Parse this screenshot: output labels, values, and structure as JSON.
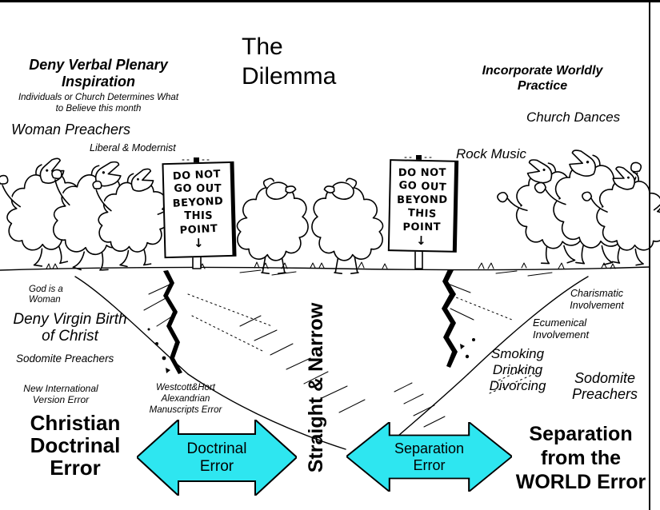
{
  "title": {
    "text": "The\nDilemma"
  },
  "top_left": {
    "heading": "Deny Verbal Plenary\nInspiration",
    "subheading": "Individuals or Church Determines What\nto Believe this month",
    "woman_preachers": "Woman Preachers",
    "liberal_modernist": "Liberal & Modernist"
  },
  "top_right": {
    "heading": "Incorporate Worldly\nPractice",
    "church_dances": "Church Dances",
    "rock_music": "Rock Music"
  },
  "signs": {
    "lines": [
      "DO NOT",
      "GO OUT",
      "BEYOND",
      "THIS",
      "POINT"
    ],
    "arrow": "↓"
  },
  "center": {
    "path_label": "Straight & Narrow"
  },
  "left_cliff": {
    "god_is_a_woman": "God is a\nWoman",
    "deny_virgin_birth": "Deny Virgin Birth\nof Christ",
    "sodomite_preachers": "Sodomite Preachers",
    "niv_error": "New International\nVersion Error",
    "westcott_hort": "Westcott&Hort\nAlexandrian\nManuscripts Error"
  },
  "right_cliff": {
    "charismatic": "Charismatic\nInvolvement",
    "ecumenical": "Ecumenical\nInvolvement",
    "smoking_drinking_divorcing": "Smoking\nDrinking\nDivorcing",
    "sodomite_preachers": "Sodomite\nPreachers"
  },
  "bottom": {
    "left_heading": "Christian\nDoctrinal\nError",
    "left_arrow_label": "Doctrinal\nError",
    "right_arrow_label": "Separation\nError",
    "right_heading": "Separation\nfrom the\nWORLD Error"
  },
  "colors": {
    "arrow_fill": "#2EE6F0",
    "ink": "#000000"
  }
}
